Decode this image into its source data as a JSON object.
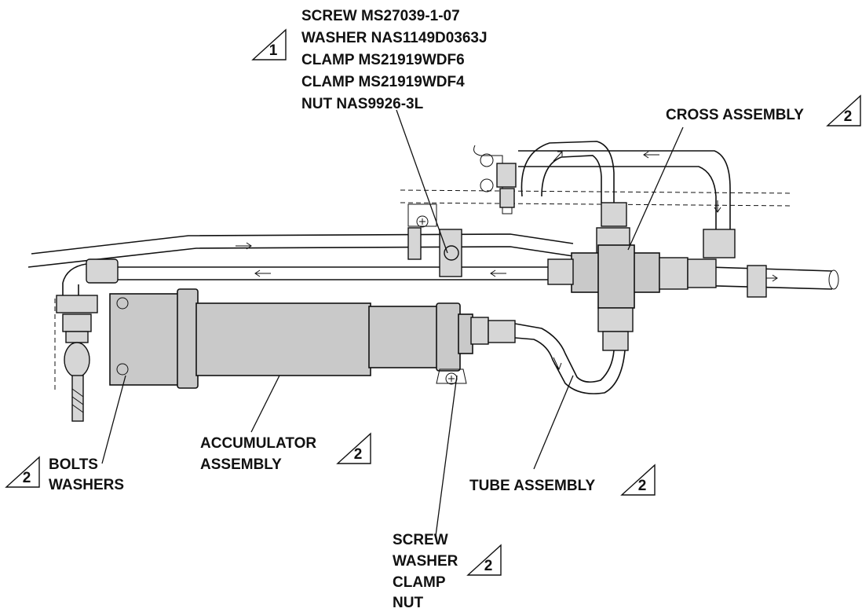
{
  "callouts": {
    "top_hardware": {
      "lines": [
        "SCREW MS27039-1-07",
        "WASHER NAS1149D0363J",
        "CLAMP MS21919WDF6",
        "CLAMP MS21919WDF4",
        "NUT NAS9926-3L"
      ],
      "note": "1"
    },
    "cross_assembly": {
      "label": "CROSS ASSEMBLY",
      "note": "2"
    },
    "accumulator": {
      "lines": [
        "ACCUMULATOR",
        "ASSEMBLY"
      ],
      "note": "2"
    },
    "bolts": {
      "lines": [
        "BOLTS",
        "WASHERS"
      ],
      "note": "2"
    },
    "tube_assembly": {
      "label": "TUBE ASSEMBLY",
      "note": "2"
    },
    "bottom_hardware": {
      "lines": [
        "SCREW",
        "WASHER",
        "CLAMP",
        "NUT"
      ],
      "note": "2"
    }
  }
}
